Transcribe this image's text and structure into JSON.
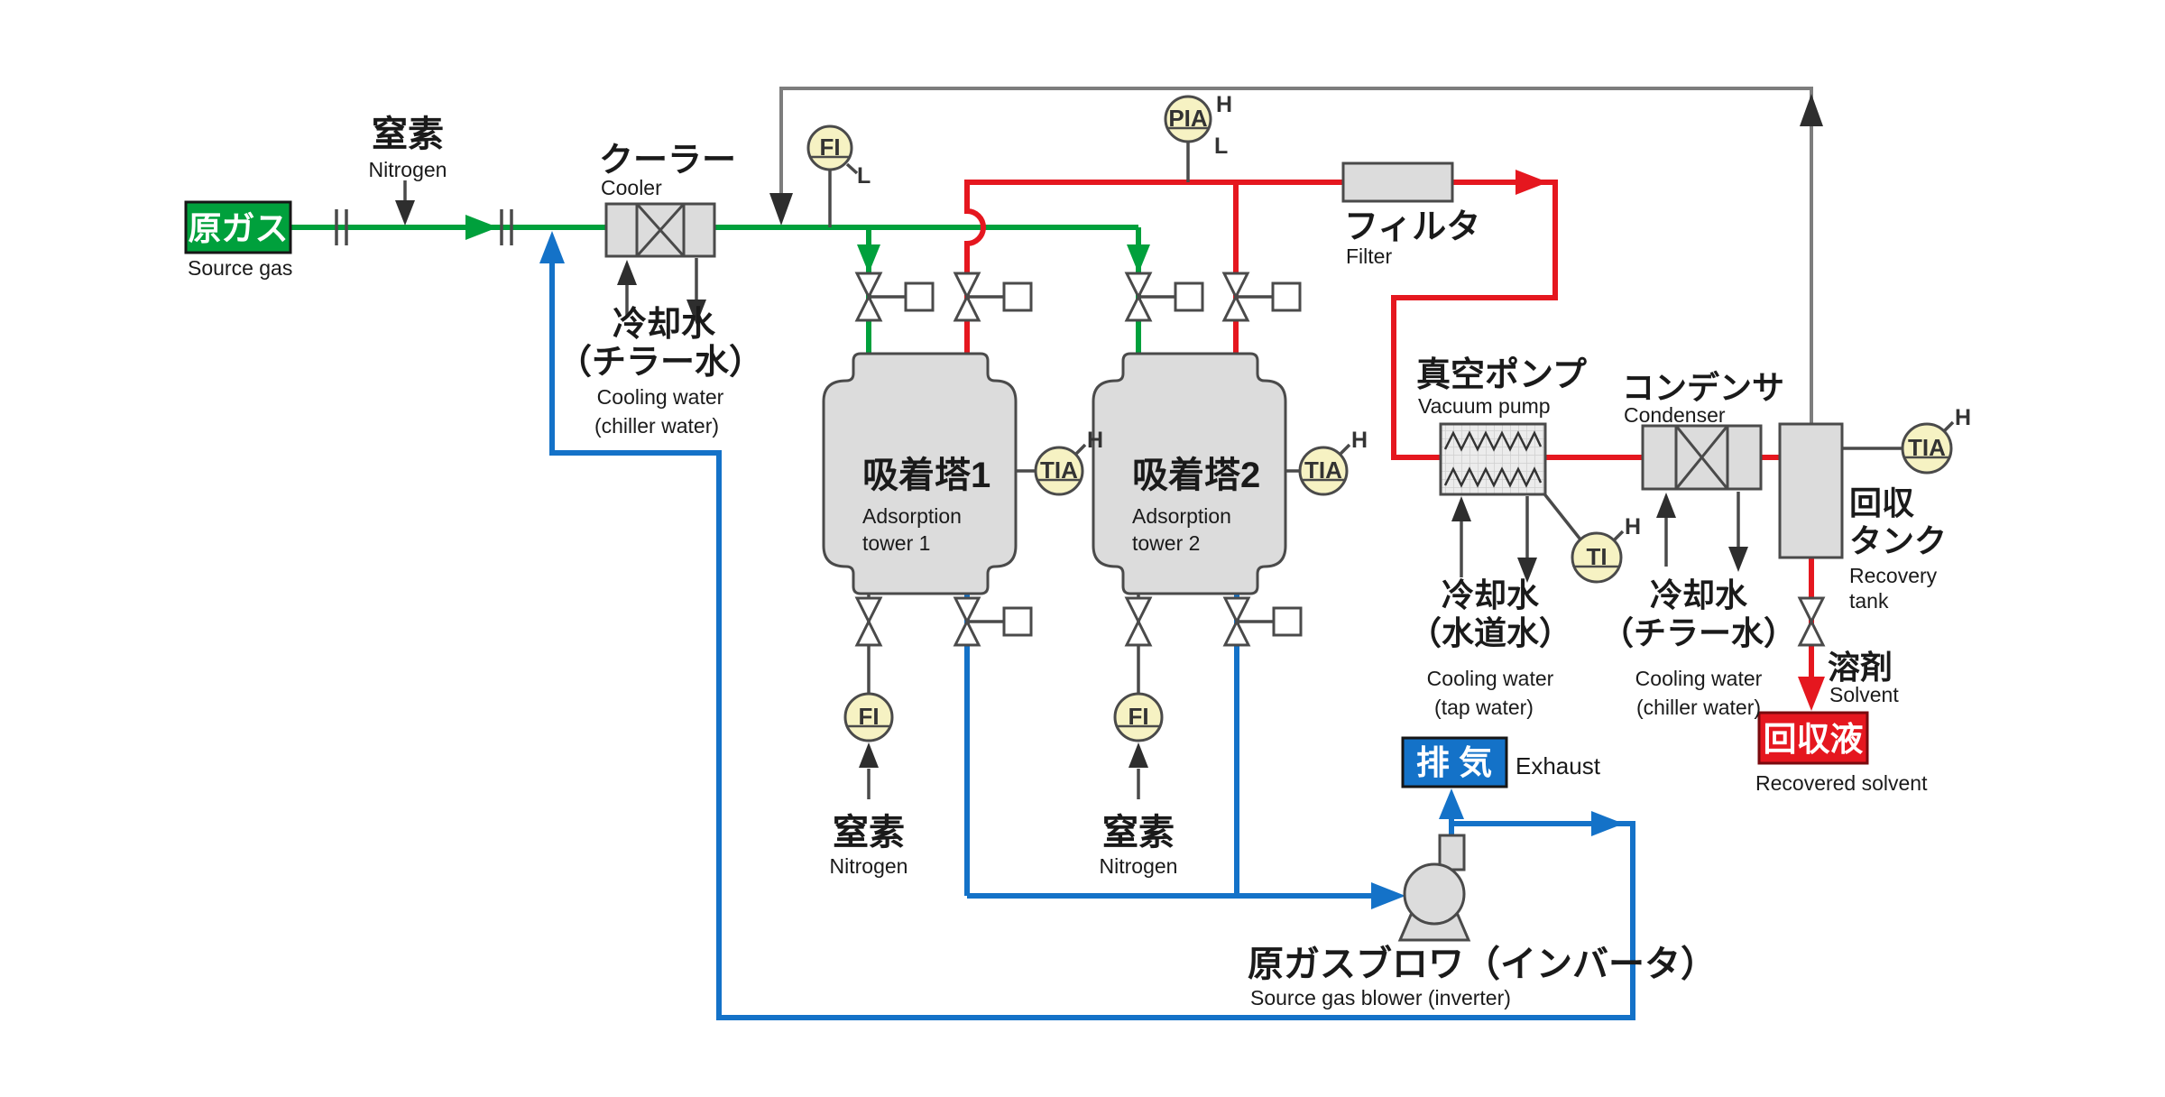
{
  "colors": {
    "pipe_green": "#00A03C",
    "pipe_red": "#E5171F",
    "pipe_blue": "#1472C8",
    "utility_gray": "#4A4A4A",
    "return_gray": "#7D7D7D",
    "instrument_fill": "#F6F2C3",
    "equipment_fill": "#DCDCDC",
    "source_gas_box": "#00A03C",
    "exhaust_box": "#1472C8",
    "recovered_box": "#E5171F"
  },
  "streams": {
    "source_gas": {
      "jp": "原ガス",
      "en": "Source gas"
    },
    "nitrogen_top": {
      "jp": "窒素",
      "en": "Nitrogen"
    },
    "nitrogen_tower1": {
      "jp": "窒素",
      "en": "Nitrogen"
    },
    "nitrogen_tower2": {
      "jp": "窒素",
      "en": "Nitrogen"
    },
    "exhaust": {
      "jp": "排 気",
      "en": "Exhaust"
    },
    "solvent": {
      "jp": "溶剤",
      "en": "Solvent"
    },
    "recovered_solvent": {
      "jp": "回収液",
      "en": "Recovered solvent"
    }
  },
  "equipment": {
    "cooler": {
      "jp": "クーラー",
      "en": "Cooler"
    },
    "tower1": {
      "jp": "吸着塔1",
      "en1": "Adsorption",
      "en2": "tower 1"
    },
    "tower2": {
      "jp": "吸着塔2",
      "en1": "Adsorption",
      "en2": "tower 2"
    },
    "filter": {
      "jp": "フィルタ",
      "en": "Filter"
    },
    "vacuum_pump": {
      "jp": "真空ポンプ",
      "en": "Vacuum pump"
    },
    "condenser": {
      "jp": "コンデンサ",
      "en": "Condenser"
    },
    "recovery_tank": {
      "jp1": "回収",
      "jp2": "タンク",
      "en1": "Recovery",
      "en2": "tank"
    },
    "blower": {
      "jp": "原ガスブロワ（インバータ）",
      "en": "Source gas blower (inverter)"
    }
  },
  "utilities": {
    "cooler_water": {
      "jp1": "冷却水",
      "jp2": "（チラー水）",
      "en1": "Cooling water",
      "en2": "(chiller water)"
    },
    "pump_water": {
      "jp1": "冷却水",
      "jp2": "（水道水）",
      "en1": "Cooling water",
      "en2": "(tap water)"
    },
    "condenser_water": {
      "jp1": "冷却水",
      "jp2": "（チラー水）",
      "en1": "Cooling water",
      "en2": "(chiller water)"
    }
  },
  "instruments": {
    "fi_top": {
      "tag": "FI",
      "marker_l": "L"
    },
    "pia": {
      "tag": "PIA",
      "marker_h": "H",
      "marker_l": "L"
    },
    "tia_tower1": {
      "tag": "TIA",
      "marker_h": "H"
    },
    "tia_tower2": {
      "tag": "TIA",
      "marker_h": "H"
    },
    "ti_pump": {
      "tag": "TI",
      "marker_h": "H"
    },
    "fi_nitrogen1": {
      "tag": "FI"
    },
    "fi_nitrogen2": {
      "tag": "FI"
    },
    "tia_tank": {
      "tag": "TIA",
      "marker_h": "H"
    }
  }
}
